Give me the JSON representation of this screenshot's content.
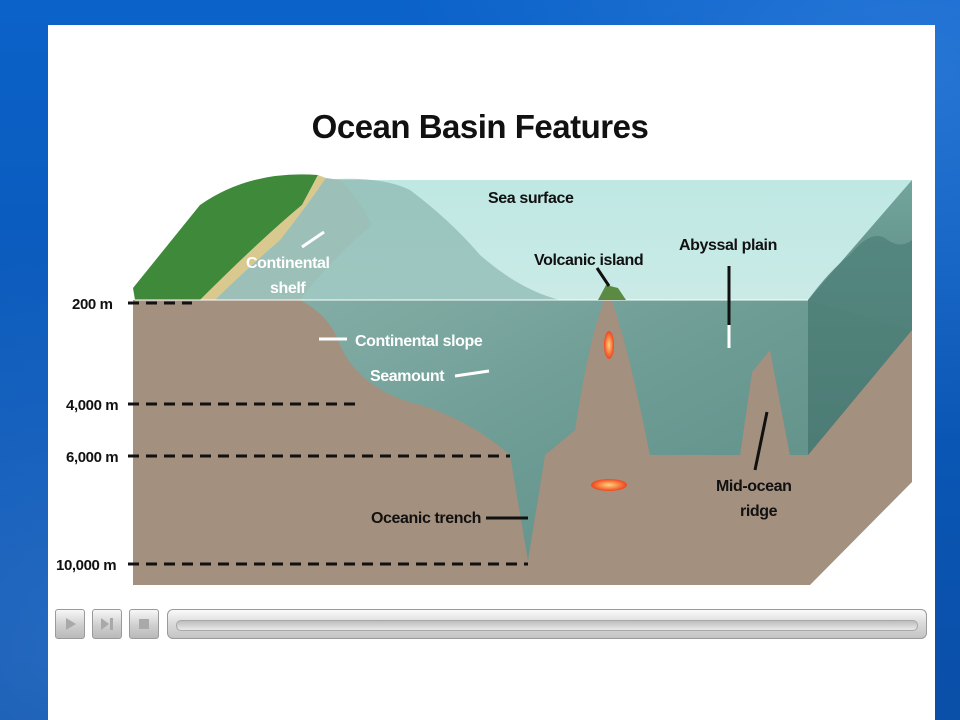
{
  "title": "Ocean Basin Features",
  "labels": {
    "sea_surface": "Sea surface",
    "volcanic_island": "Volcanic island",
    "abyssal_plain": "Abyssal plain",
    "continental_shelf_line1": "Continental",
    "continental_shelf_line2": "shelf",
    "continental_slope": "Continental slope",
    "seamount": "Seamount",
    "oceanic_trench": "Oceanic trench",
    "mid_ocean_ridge_line1": "Mid-ocean",
    "mid_ocean_ridge_line2": "ridge"
  },
  "depths": {
    "d200": "200 m",
    "d4000": "4,000 m",
    "d6000": "6,000 m",
    "d10000": "10,000 m"
  },
  "colors": {
    "background": "#0b62c9",
    "water": "#cfeeea",
    "seafloor": "#6d9a93",
    "crust": "#a4907f",
    "land": "#3f8a3a",
    "magma": "#ff5a1a"
  },
  "player": {
    "play_icon": "play-icon",
    "step_icon": "step-forward-icon",
    "stop_icon": "stop-icon"
  }
}
